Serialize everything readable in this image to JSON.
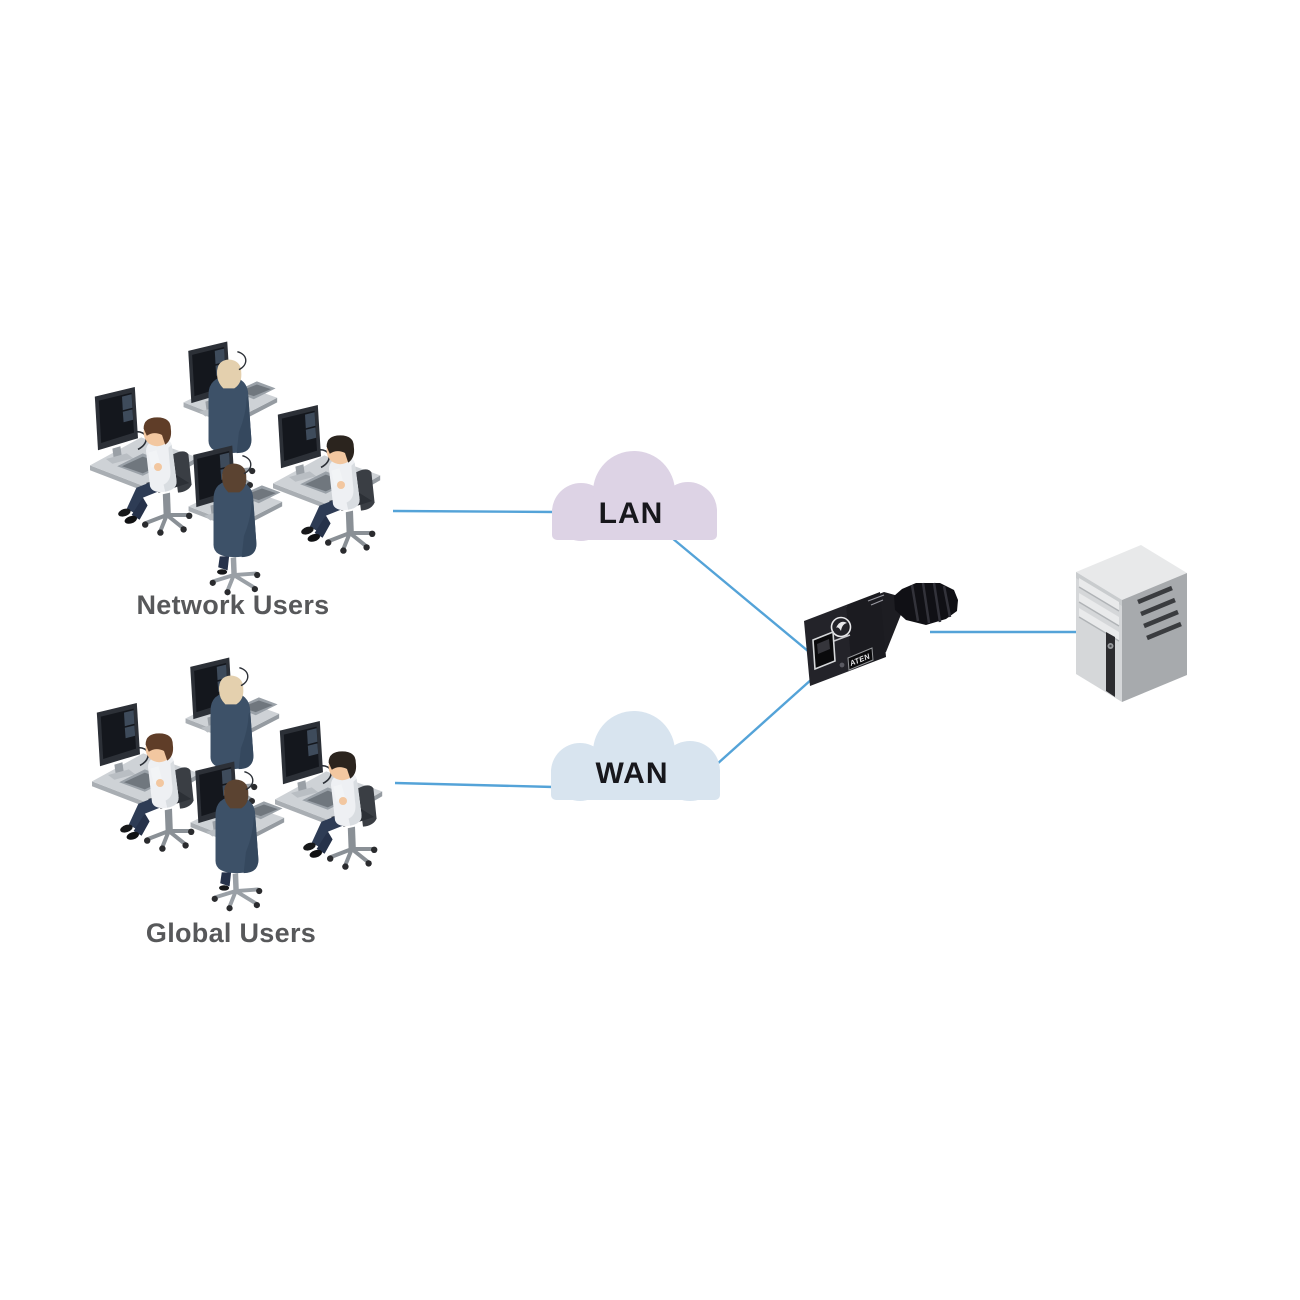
{
  "canvas": {
    "background": "#ffffff"
  },
  "diagram": {
    "link_color": "#54a3d8",
    "groups": [
      {
        "id": "network-users",
        "label": "Network Users",
        "label_color": "#57585a"
      },
      {
        "id": "global-users",
        "label": "Global Users",
        "label_color": "#57585a"
      }
    ],
    "clouds": [
      {
        "id": "lan",
        "label": "LAN",
        "fill": "#ddd3e5",
        "label_color": "#17171c"
      },
      {
        "id": "wan",
        "label": "WAN",
        "fill": "#d8e4ef",
        "label_color": "#17171c"
      }
    ],
    "device": {
      "name": "kvm-over-ip-adapter",
      "badge": "ATEN"
    },
    "server": {
      "name": "server-tower"
    },
    "links": [
      {
        "from": "network-users",
        "to": "lan-cloud"
      },
      {
        "from": "lan-cloud",
        "to": "kvm-device"
      },
      {
        "from": "global-users",
        "to": "wan-cloud"
      },
      {
        "from": "wan-cloud",
        "to": "kvm-device"
      },
      {
        "from": "kvm-device",
        "to": "server-tower"
      }
    ]
  }
}
